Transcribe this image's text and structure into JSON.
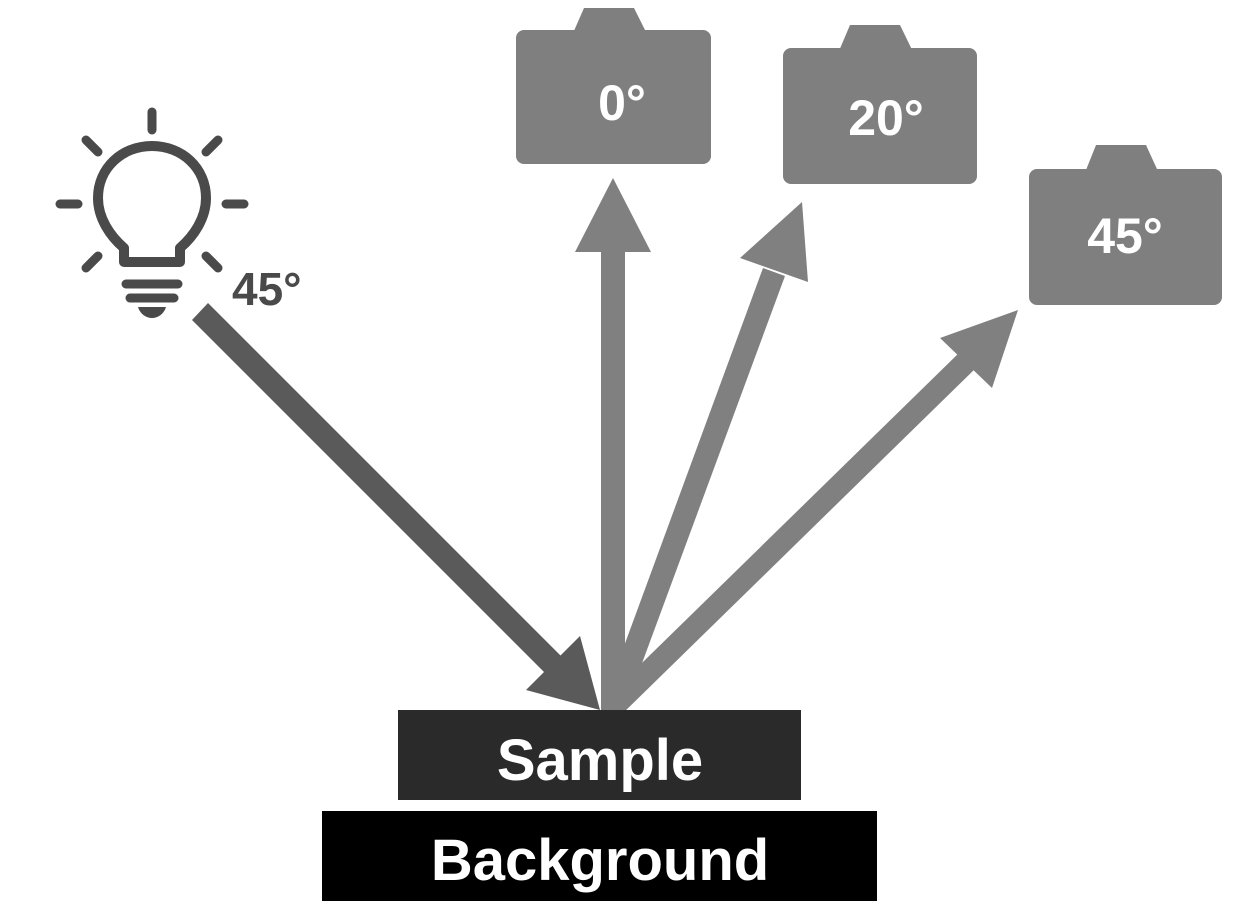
{
  "light": {
    "icon": "lightbulb-icon",
    "angle_label": "45°",
    "color": "#4a4a4a"
  },
  "cameras": [
    {
      "icon": "camera-icon",
      "angle_label": "0°"
    },
    {
      "icon": "camera-icon",
      "angle_label": "20°"
    },
    {
      "icon": "camera-icon",
      "angle_label": "45°"
    }
  ],
  "sample": {
    "label": "Sample",
    "color": "#2a2a2a"
  },
  "background": {
    "label": "Background",
    "color": "#000000"
  },
  "colors": {
    "incident_arrow": "#5a5a5a",
    "reflected_arrows": "#808080",
    "camera_fill": "#7f7f7f",
    "label_text": "#ffffff"
  }
}
